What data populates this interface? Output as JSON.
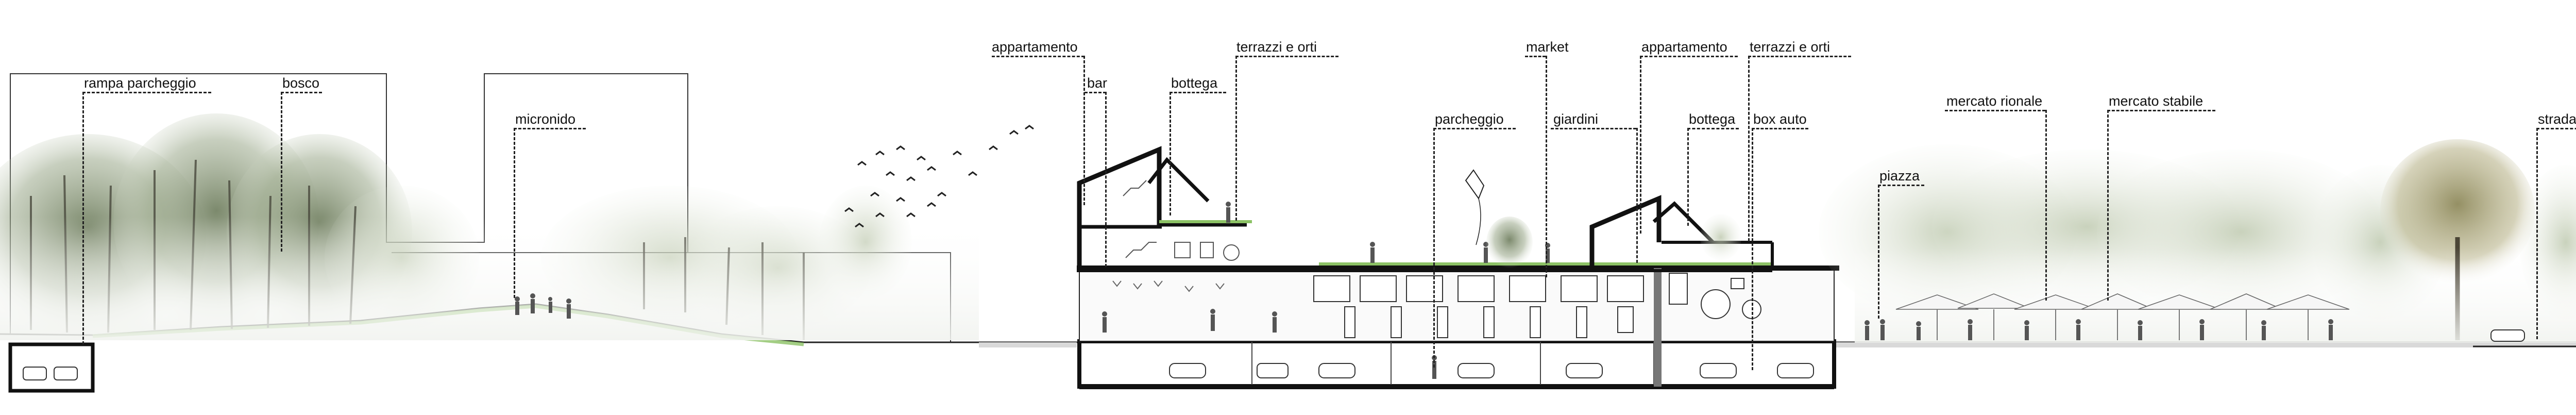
{
  "labels": {
    "rampa_parcheggio": "rampa parcheggio",
    "bosco": "bosco",
    "micronido": "micronido",
    "appartamento_1": "appartamento",
    "bar": "bar",
    "bottega_1": "bottega",
    "terrazzi_orti_1": "terrazzi e orti",
    "parcheggio": "parcheggio",
    "market": "market",
    "giardini": "giardini",
    "appartamento_2": "appartamento",
    "bottega_2": "bottega",
    "terrazzi_orti_2": "terrazzi e orti",
    "box_auto": "box auto",
    "piazza": "piazza",
    "mercato_rionale": "mercato rionale",
    "mercato_stabile": "mercato stabile",
    "strada": "strada"
  },
  "colors": {
    "ink": "#111111",
    "foliage_dark": "#5f7050",
    "foliage_light": "#a9b79a",
    "grass": "#8cc265",
    "ground": "#d9d9d9",
    "mist": "#eef0ec",
    "awning": "#f4f4f4"
  }
}
